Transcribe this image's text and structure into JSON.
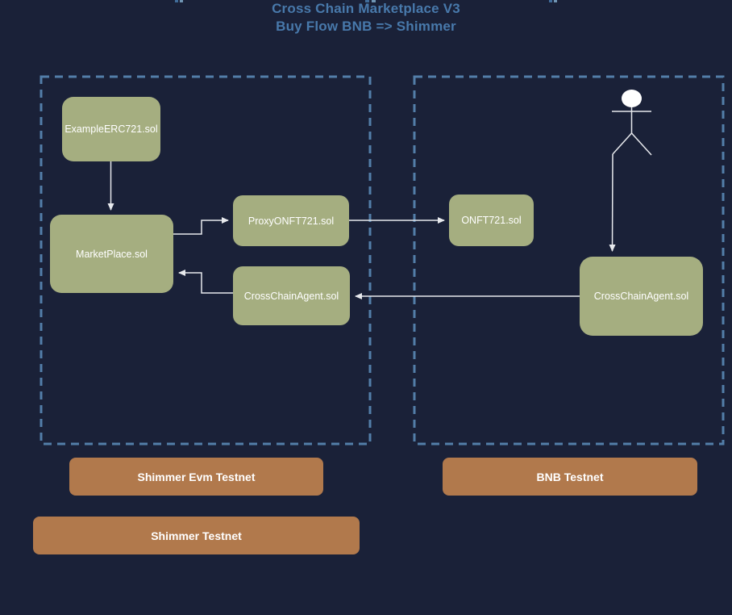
{
  "title": {
    "line1": "Cross Chain Marketplace V3",
    "line2": "Buy Flow BNB => Shimmer"
  },
  "nodes": [
    {
      "id": "example-erc721",
      "label": "ExampleERC721.sol",
      "group": "shimmer-evm-testnet"
    },
    {
      "id": "marketplace",
      "label": "MarketPlace.sol",
      "group": "shimmer-evm-testnet"
    },
    {
      "id": "proxy-onft721",
      "label": "ProxyONFT721.sol",
      "group": "shimmer-evm-testnet"
    },
    {
      "id": "cross-chain-agent-shimmer",
      "label": "CrossChainAgent.sol",
      "group": "shimmer-evm-testnet"
    },
    {
      "id": "onft721",
      "label": "ONFT721.sol",
      "group": "bnb-testnet"
    },
    {
      "id": "cross-chain-agent-bnb",
      "label": "CrossChainAgent.sol",
      "group": "bnb-testnet"
    }
  ],
  "actor": {
    "id": "user-actor",
    "group": "bnb-testnet"
  },
  "edges": [
    {
      "from": "example-erc721",
      "to": "marketplace",
      "style": "straight-down"
    },
    {
      "from": "marketplace",
      "to": "proxy-onft721",
      "style": "elbow"
    },
    {
      "from": "proxy-onft721",
      "to": "onft721",
      "style": "straight-right"
    },
    {
      "from": "cross-chain-agent-bnb",
      "to": "cross-chain-agent-shimmer",
      "style": "straight-left"
    },
    {
      "from": "cross-chain-agent-shimmer",
      "to": "marketplace",
      "style": "elbow"
    },
    {
      "from": "user-actor",
      "to": "cross-chain-agent-bnb",
      "style": "straight-down"
    }
  ],
  "legend_badges": [
    {
      "id": "shimmer-evm-testnet",
      "label": "Shimmer Evm Testnet"
    },
    {
      "id": "bnb-testnet",
      "label": "BNB Testnet"
    },
    {
      "id": "shimmer-testnet",
      "label": "Shimmer Testnet"
    }
  ],
  "colors": {
    "background": "#1a2138",
    "container_border": "#537ea9",
    "node_fill": "#a5ae80",
    "node_text": "#ffffff",
    "badge_fill": "#b1794c",
    "badge_text": "#ffffff",
    "title_text": "#4879ab",
    "connector": "#e7e9ed",
    "actor_head": "#ffffff"
  }
}
